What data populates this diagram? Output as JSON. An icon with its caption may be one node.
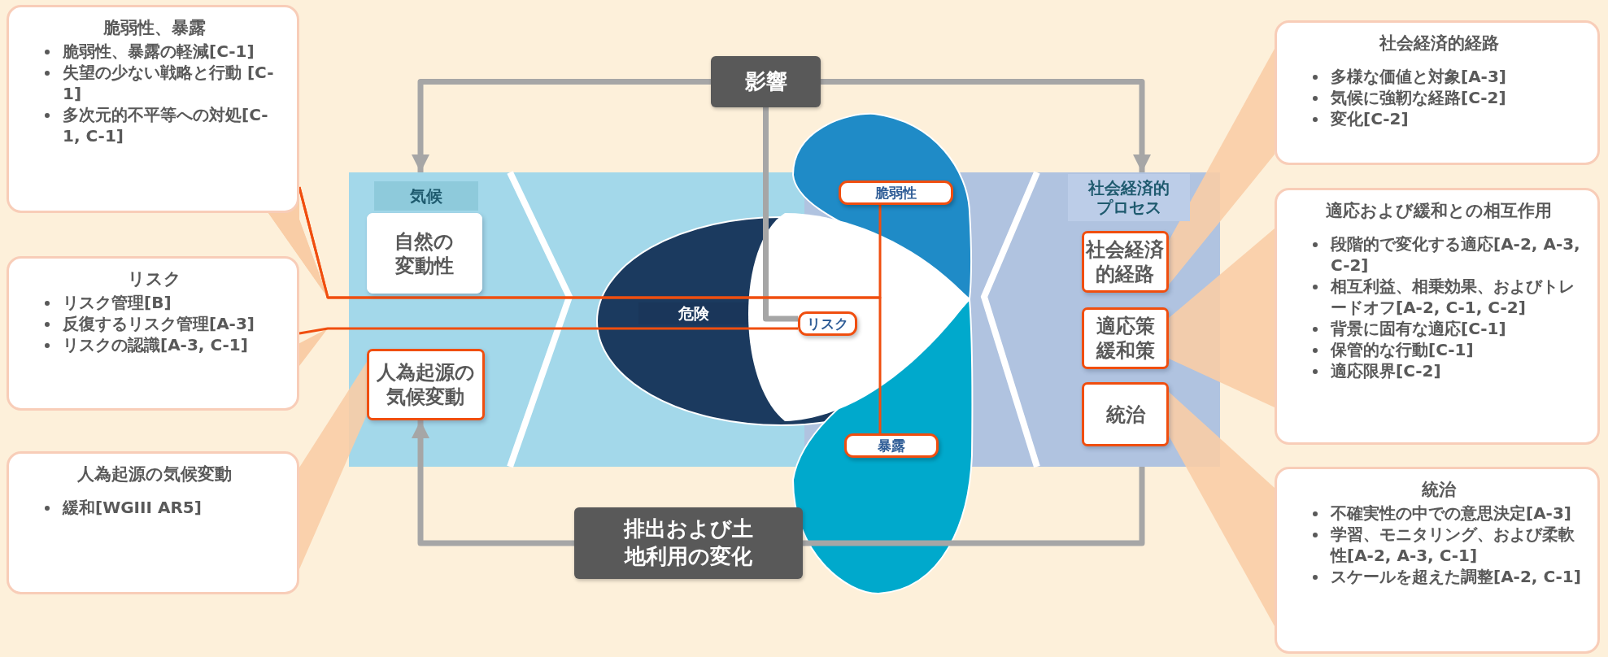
{
  "diagram": {
    "nodes": [
      {
        "text": [
          "脆弱性、暴露",
          "脆弱性、暴露の軽減[C-1]",
          "失望の少ない戦略と行動 [C-1]",
          "多次元的不平等への対処[C-1, C-1]"
        ]
      },
      {
        "text": [
          "リスク",
          "リスク管理[B]",
          "反復するリスク管理[A-3]",
          "リスクの認識[A-3, C-1]"
        ]
      },
      {
        "text": [
          "人為起源の気候変動",
          "緩和[WGIII AR5]"
        ]
      },
      {
        "text": [
          "影響"
        ]
      },
      {
        "text": [
          "気候"
        ]
      },
      {
        "text": [
          "自然の変動性"
        ],
        "in": 4
      },
      {
        "text": [
          "人為起源の気候変動"
        ],
        "in": 4
      },
      {
        "text": [
          "危険"
        ]
      },
      {
        "text": [
          "脆弱性"
        ]
      },
      {
        "text": [
          "リスク"
        ]
      },
      {
        "text": [
          "暴露"
        ]
      },
      {
        "text": [
          "社会経済的プロセス"
        ]
      },
      {
        "text": [
          "社会経済的経路"
        ],
        "in": 11
      },
      {
        "text": [
          "適応策",
          "緩和策"
        ],
        "in": 11
      },
      {
        "text": [
          "統治"
        ],
        "in": 11
      },
      {
        "text": [
          "排出および土地利用の変化"
        ]
      },
      {
        "text": [
          "社会経済的経路",
          "多様な価値と対象[A-3]",
          "気候に強靭な経路[C-2]",
          "変化[C-2]"
        ]
      },
      {
        "text": [
          "適応および緩和との相互作用",
          "段階的で変化する適応[A-2, A-3, C-2]",
          "相互利益、相乗効果、およびトレードオフ[A-2, C-1, C-2]",
          "背景に固有な適応[C-1]",
          "保管的な行動[C-1]",
          "適応限界[C-2]"
        ]
      },
      {
        "text": [
          "統治",
          "不確実性の中での意思決定[A-3]",
          "学習、モニタリング、および柔軟性[A-2, A-3, C-1]",
          "スケールを超えた調整[A-2, C-1]"
        ]
      }
    ],
    "edges": [
      {
        "from": 3,
        "to": 4,
        "arrow": "to"
      },
      {
        "from": 3,
        "to": 11,
        "arrow": "to"
      },
      {
        "from": 3,
        "to": 9,
        "arrow": "none"
      },
      {
        "from": 15,
        "to": 6,
        "arrow": "to"
      },
      {
        "from": 11,
        "to": 15,
        "arrow": "none"
      },
      {
        "from": 0,
        "to": 8,
        "arrow": "none",
        "color": "#f04e0f"
      },
      {
        "from": 0,
        "to": 10,
        "arrow": "none",
        "color": "#f04e0f"
      },
      {
        "from": 1,
        "to": 9,
        "arrow": "none",
        "color": "#f04e0f"
      },
      {
        "from": 2,
        "to": 6,
        "arrow": "none",
        "style": "thick",
        "color": "#f9cda6"
      },
      {
        "from": 16,
        "to": 12,
        "arrow": "none",
        "style": "thick",
        "color": "#f9cda6"
      },
      {
        "from": 17,
        "to": 13,
        "arrow": "none",
        "style": "thick",
        "color": "#f9cda6"
      },
      {
        "from": 18,
        "to": 14,
        "arrow": "none",
        "style": "thick",
        "color": "#f9cda6"
      }
    ]
  }
}
